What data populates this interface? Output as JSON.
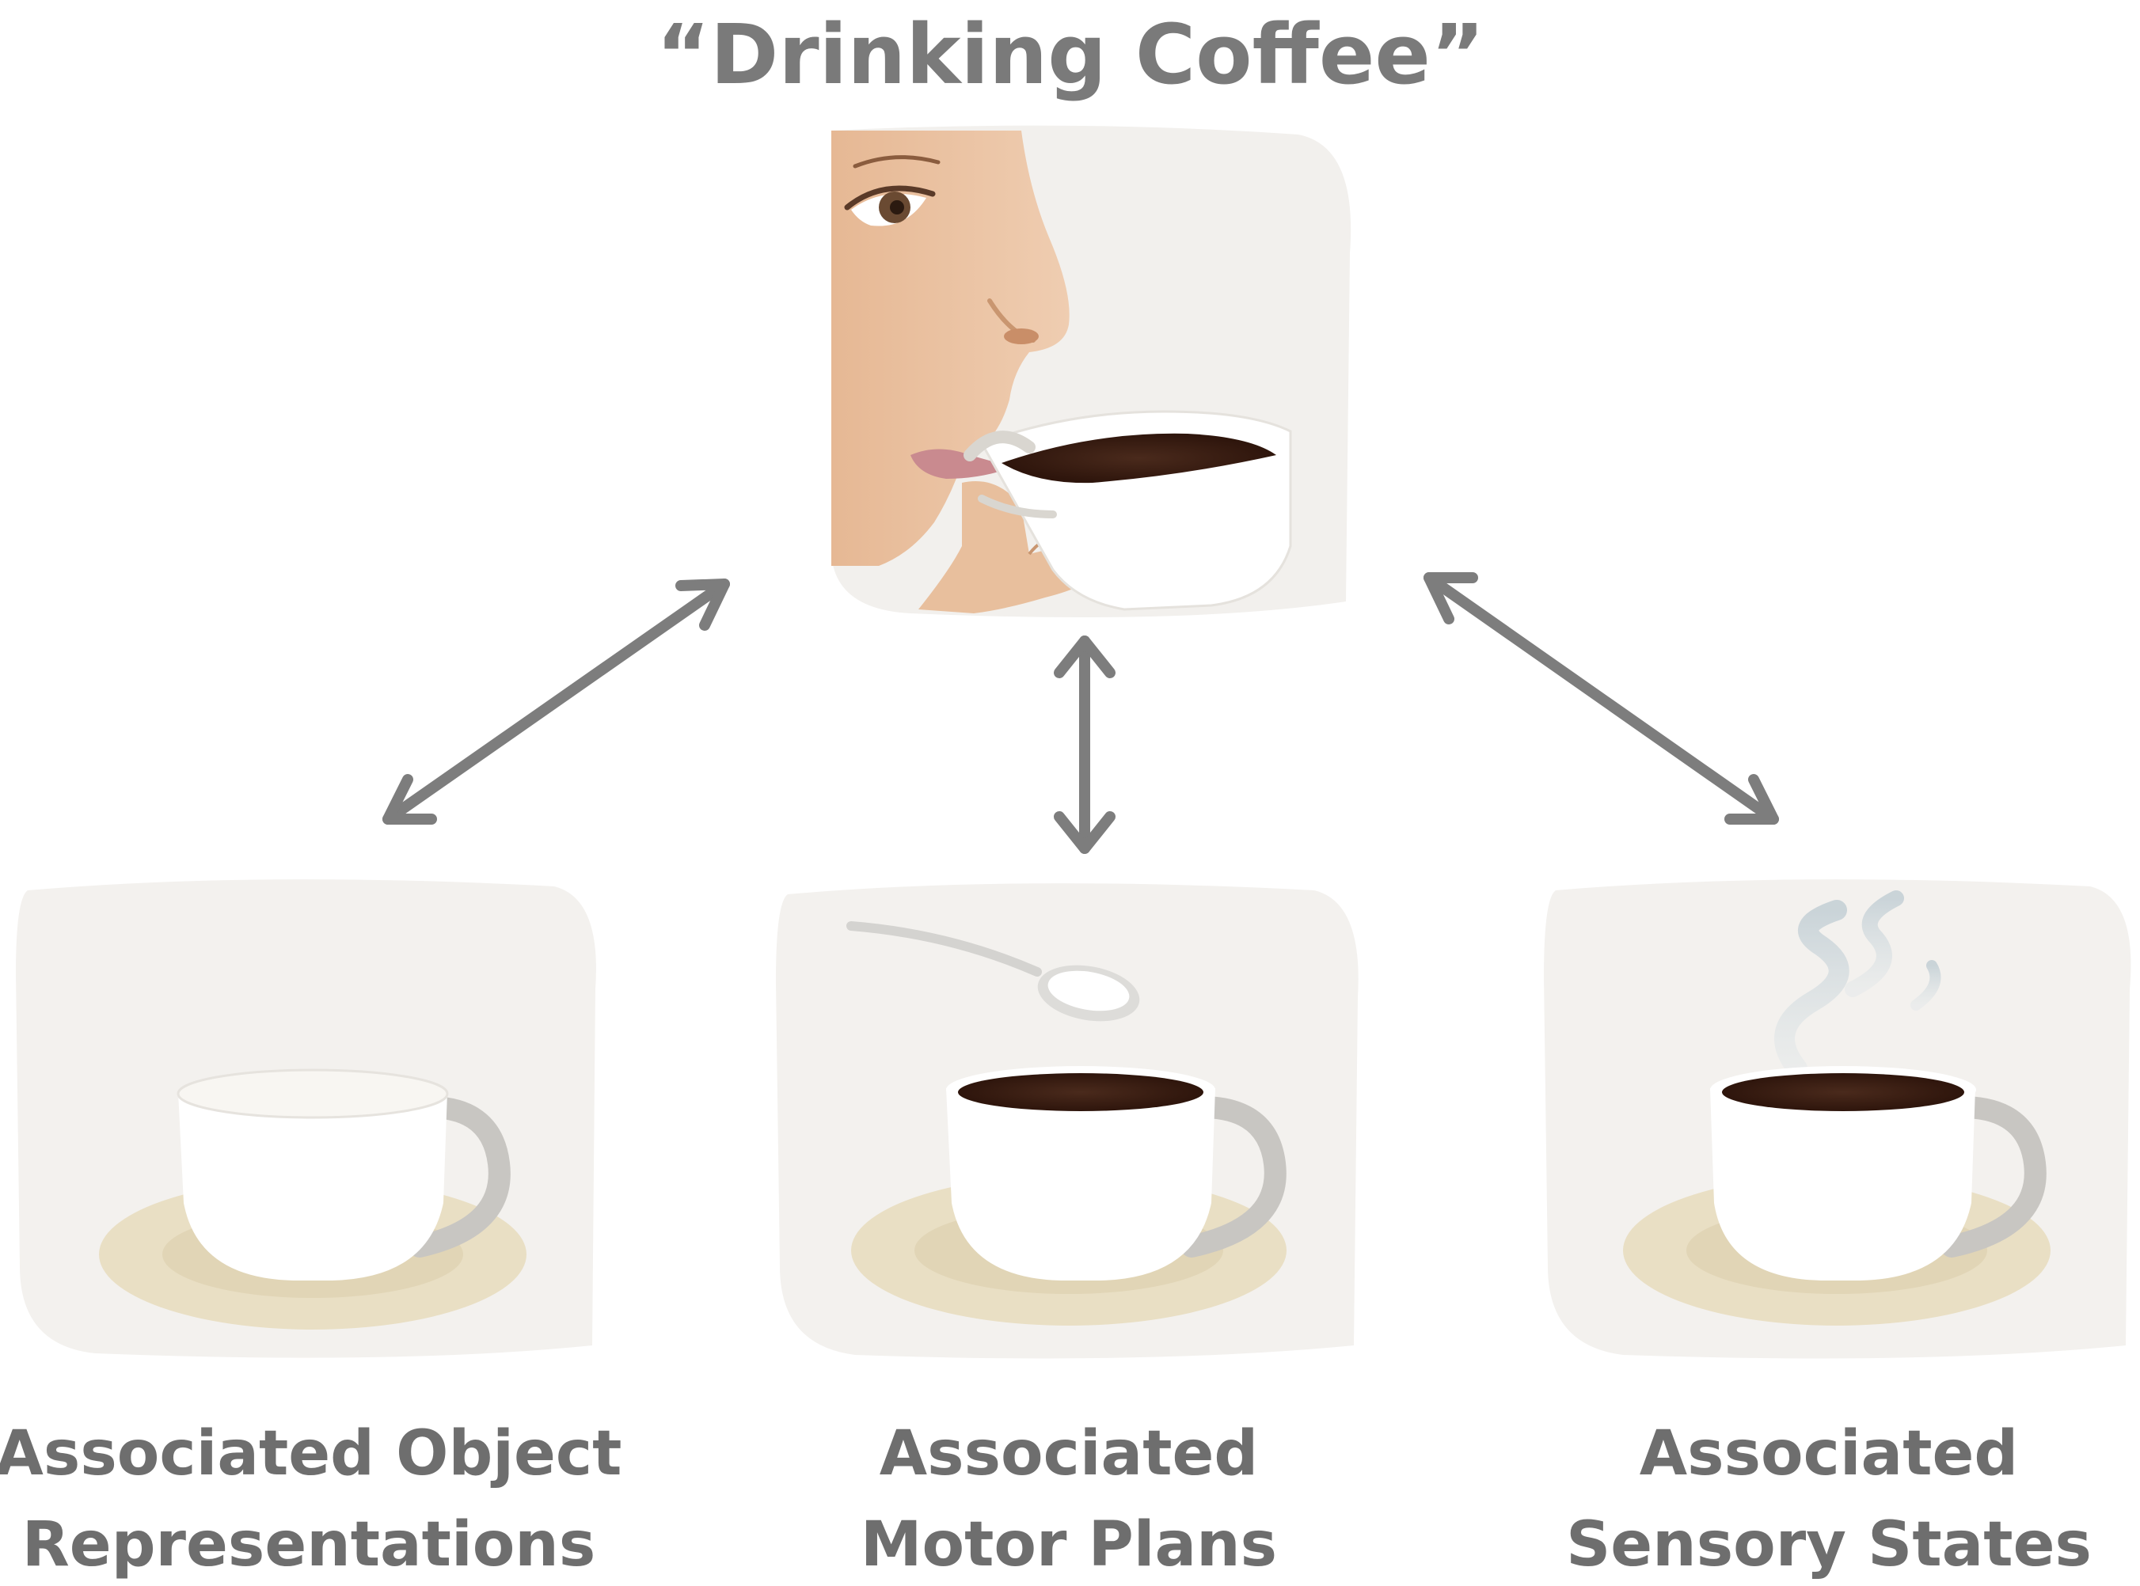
{
  "title": "“Drinking Coffee”",
  "center_image": {
    "icon": "person-drinking-coffee-icon"
  },
  "nodes": [
    {
      "id": "object",
      "icon": "empty-coffee-cup-icon",
      "label_line1": "Associated Object",
      "label_line2": "Representations"
    },
    {
      "id": "motor",
      "icon": "coffee-cup-with-sugar-spoon-icon",
      "label_line1": "Associated",
      "label_line2": "Motor Plans"
    },
    {
      "id": "sensory",
      "icon": "steaming-coffee-cup-icon",
      "label_line1": "Associated",
      "label_line2": "Sensory States"
    }
  ],
  "connections": [
    {
      "from": "center",
      "to": "object",
      "type": "bidirectional"
    },
    {
      "from": "center",
      "to": "motor",
      "type": "bidirectional"
    },
    {
      "from": "center",
      "to": "sensory",
      "type": "bidirectional"
    }
  ],
  "colors": {
    "text": "#6e6e6e",
    "arrow": "#7d7d7d",
    "panel": "#f3f1ee",
    "skin": "#e8c0a0",
    "coffee": "#3b1f14",
    "saucer": "#e9dfc4",
    "cup_handle": "#c8c6c2"
  }
}
